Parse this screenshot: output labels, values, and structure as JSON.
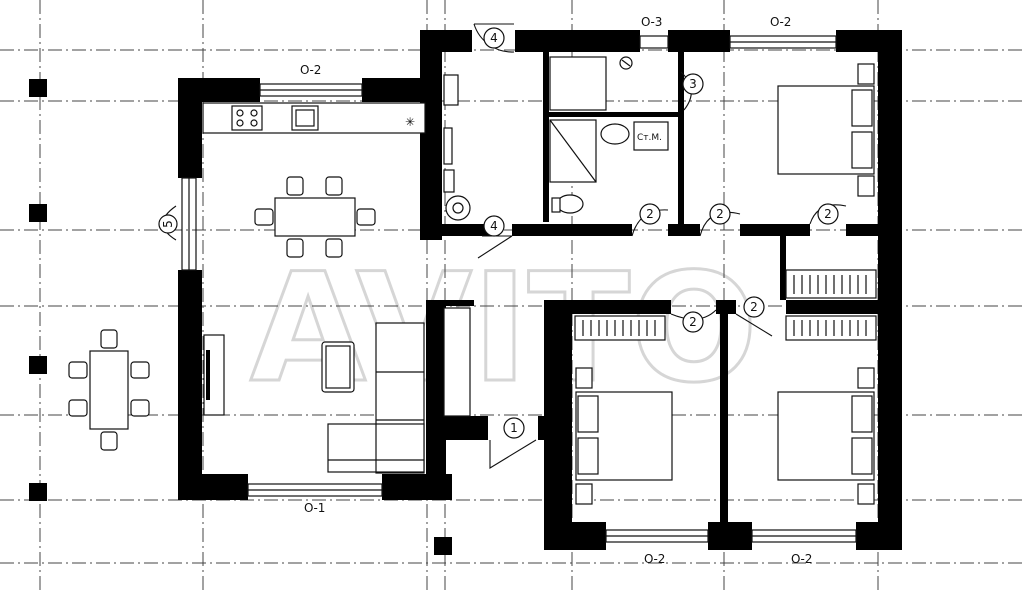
{
  "plan": {
    "window_labels": {
      "kitchen_top": "О-2",
      "living_bottom": "О-1",
      "master_top_a": "О-3",
      "master_top_b": "О-2",
      "bedroom_bottom_left": "О-2",
      "bedroom_bottom_right": "О-2"
    },
    "room_tags": {
      "entry_door": "1",
      "bedroom_door_a": "2",
      "bedroom_door_b": "2",
      "bedroom_door_c": "2",
      "bedroom_door_d": "2",
      "bedroom_door_e": "2",
      "bath_door": "3",
      "utility_door_top": "4",
      "utility_door_bottom": "4",
      "side_door": "5"
    },
    "fixture_labels": {
      "washer": "Ст.М."
    },
    "watermark": "AVITO"
  }
}
